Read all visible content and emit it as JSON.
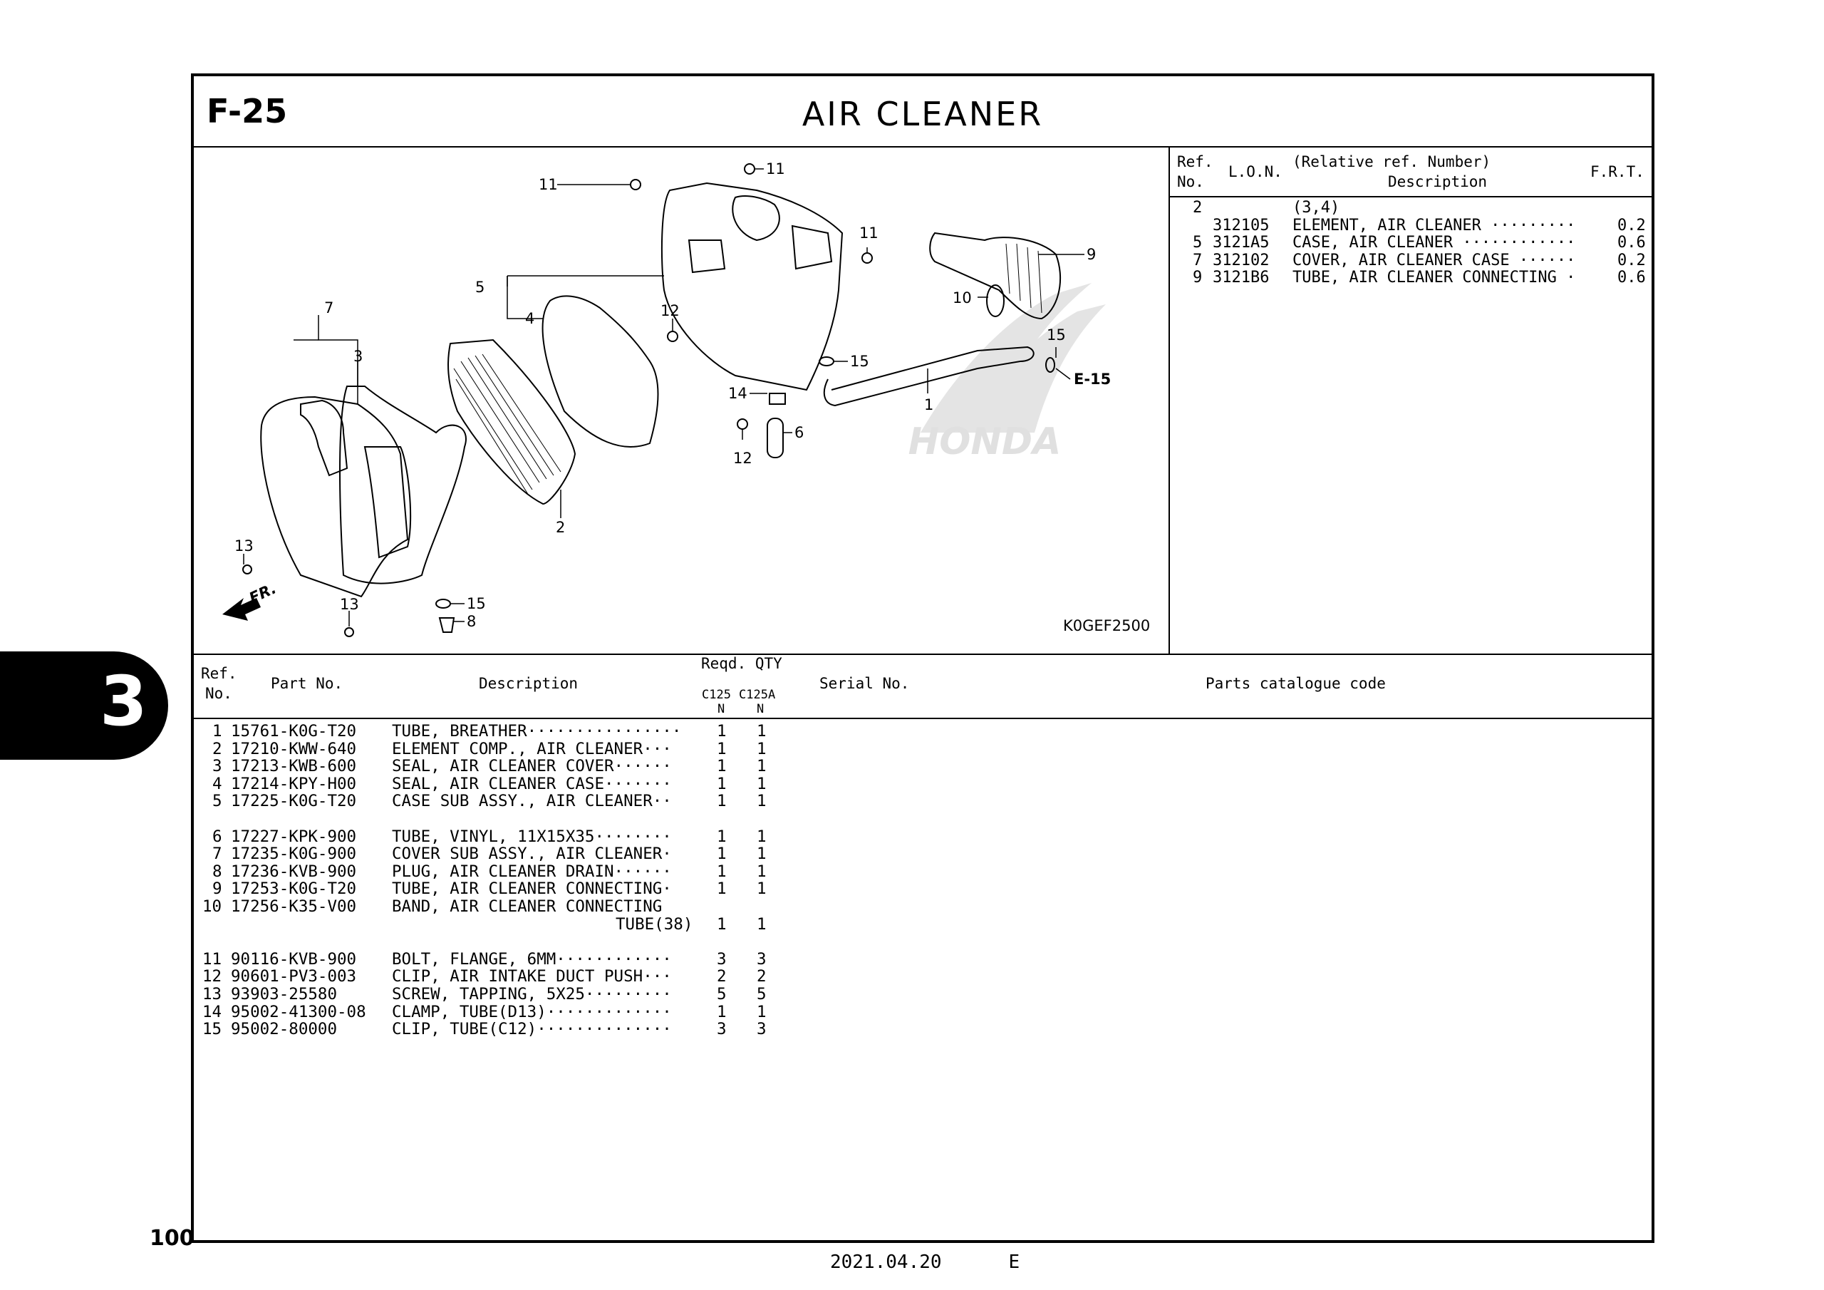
{
  "page": {
    "code": "F-25",
    "title": "AIR CLEANER",
    "page_number": "100",
    "date": "2021.04.20",
    "edition": "E",
    "section_tab": "3"
  },
  "diagram": {
    "image_code": "K0GEF2500",
    "front_label": "FR.",
    "ref_label": "E-15",
    "brand_watermark": "HONDA",
    "callouts": [
      "1",
      "2",
      "3",
      "4",
      "5",
      "6",
      "7",
      "8",
      "9",
      "10",
      "11",
      "11",
      "11",
      "12",
      "12",
      "13",
      "13",
      "14",
      "15",
      "15",
      "15"
    ]
  },
  "frt_table": {
    "headers": {
      "ref": "Ref.",
      "no": "No.",
      "lon": "L.O.N.",
      "relative": "(Relative ref. Number)",
      "description": "Description",
      "frt": "F.R.T."
    },
    "rows": [
      {
        "ref": "2",
        "lon": "",
        "description": "(3,4)",
        "frt": ""
      },
      {
        "ref": "",
        "lon": "312105",
        "description": "ELEMENT, AIR CLEANER ·········",
        "frt": "0.2"
      },
      {
        "ref": "5",
        "lon": "3121A5",
        "description": "CASE, AIR CLEANER ············",
        "frt": "0.6"
      },
      {
        "ref": "7",
        "lon": "312102",
        "description": "COVER, AIR CLEANER CASE ······",
        "frt": "0.2"
      },
      {
        "ref": "9",
        "lon": "3121B6",
        "description": "TUBE, AIR CLEANER CONNECTING ·",
        "frt": "0.6"
      }
    ]
  },
  "parts_table": {
    "headers": {
      "ref": "Ref.",
      "no": "No.",
      "part_no": "Part No.",
      "description": "Description",
      "reqd_qty": "Reqd. QTY",
      "model1": "C125",
      "model1_sub": "N",
      "model2": "C125A",
      "model2_sub": "N",
      "serial": "Serial No.",
      "catalogue": "Parts catalogue code"
    },
    "rows": [
      {
        "ref": "1",
        "part_no": "15761-K0G-T20",
        "description": "TUBE, BREATHER················",
        "q1": "1",
        "q2": "1"
      },
      {
        "ref": "2",
        "part_no": "17210-KWW-640",
        "description": "ELEMENT COMP., AIR CLEANER···",
        "q1": "1",
        "q2": "1"
      },
      {
        "ref": "3",
        "part_no": "17213-KWB-600",
        "description": "SEAL, AIR CLEANER COVER······",
        "q1": "1",
        "q2": "1"
      },
      {
        "ref": "4",
        "part_no": "17214-KPY-H00",
        "description": "SEAL, AIR CLEANER CASE·······",
        "q1": "1",
        "q2": "1"
      },
      {
        "ref": "5",
        "part_no": "17225-K0G-T20",
        "description": "CASE SUB ASSY., AIR CLEANER··",
        "q1": "1",
        "q2": "1"
      },
      {
        "ref": "6",
        "part_no": "17227-KPK-900",
        "description": "TUBE, VINYL, 11X15X35········",
        "q1": "1",
        "q2": "1"
      },
      {
        "ref": "7",
        "part_no": "17235-K0G-900",
        "description": "COVER SUB ASSY., AIR CLEANER·",
        "q1": "1",
        "q2": "1"
      },
      {
        "ref": "8",
        "part_no": "17236-KVB-900",
        "description": "PLUG, AIR CLEANER DRAIN······",
        "q1": "1",
        "q2": "1"
      },
      {
        "ref": "9",
        "part_no": "17253-K0G-T20",
        "description": "TUBE, AIR CLEANER CONNECTING·",
        "q1": "1",
        "q2": "1"
      },
      {
        "ref": "10",
        "part_no": "17256-K35-V00",
        "description": "BAND, AIR CLEANER CONNECTING",
        "description2": "TUBE(38)",
        "q1": "1",
        "q2": "1"
      },
      {
        "ref": "11",
        "part_no": "90116-KVB-900",
        "description": "BOLT, FLANGE, 6MM············",
        "q1": "3",
        "q2": "3"
      },
      {
        "ref": "12",
        "part_no": "90601-PV3-003",
        "description": "CLIP, AIR INTAKE DUCT PUSH···",
        "q1": "2",
        "q2": "2"
      },
      {
        "ref": "13",
        "part_no": "93903-25580",
        "description": "SCREW, TAPPING, 5X25·········",
        "q1": "5",
        "q2": "5"
      },
      {
        "ref": "14",
        "part_no": "95002-41300-08",
        "description": "CLAMP, TUBE(D13)·············",
        "q1": "1",
        "q2": "1"
      },
      {
        "ref": "15",
        "part_no": "95002-80000",
        "description": "CLIP, TUBE(C12)··············",
        "q1": "3",
        "q2": "3"
      }
    ]
  }
}
